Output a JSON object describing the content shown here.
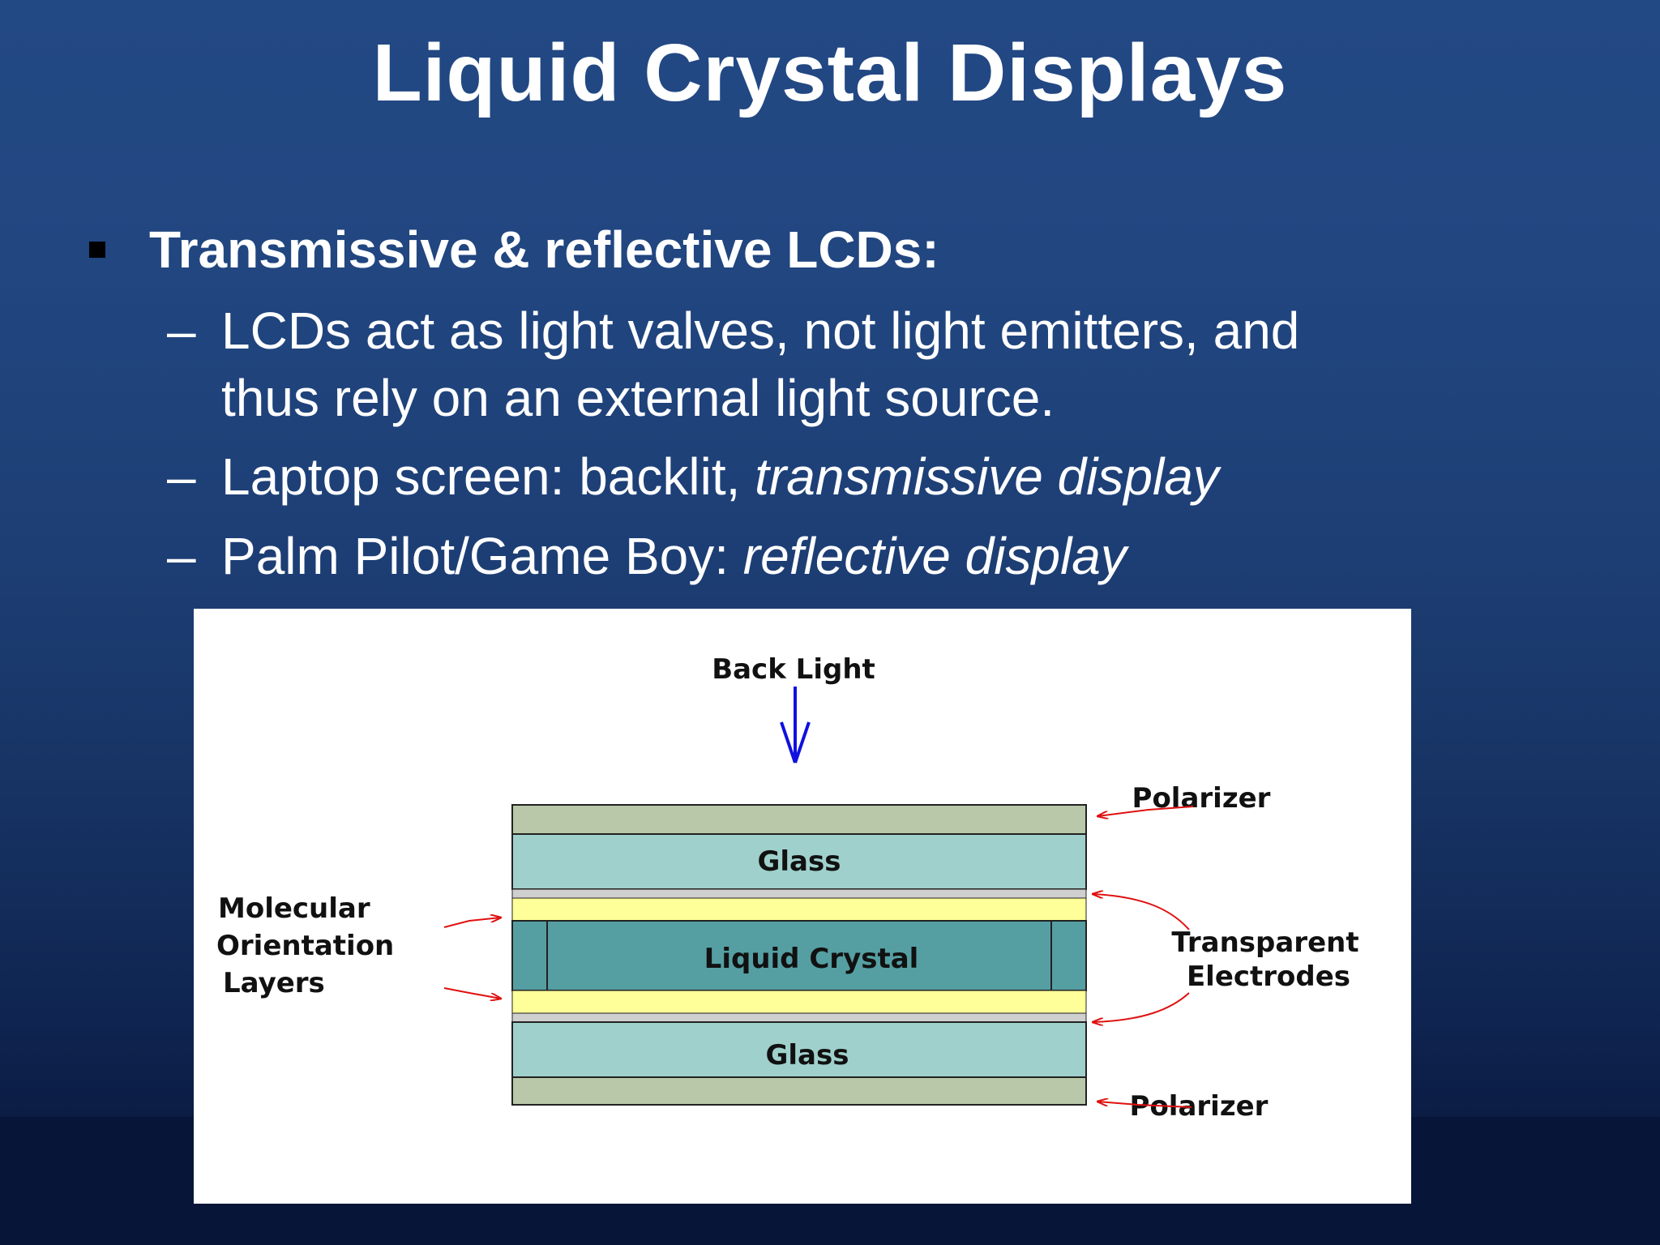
{
  "slide": {
    "title": "Liquid Crystal Displays",
    "bullet": "Transmissive & reflective LCDs:",
    "subbullets": [
      {
        "dash": "–",
        "line1": "LCDs act as light valves, not light emitters, and",
        "line2": "thus rely on an external light source."
      },
      {
        "dash": "–",
        "text_plain": "Laptop screen: backlit, ",
        "text_italic": "transmissive display"
      },
      {
        "dash": "–",
        "text_plain": "Palm Pilot/Game Boy: ",
        "text_italic": "reflective display"
      }
    ]
  },
  "diagram": {
    "back_light": "Back Light",
    "glass_top": "Glass",
    "liquid_crystal": "Liquid Crystal",
    "glass_bottom": "Glass",
    "polarizer_top": "Polarizer",
    "polarizer_bottom": "Polarizer",
    "transparent_line1": "Transparent",
    "transparent_line2": "Electrodes",
    "molecular_line1": "Molecular",
    "molecular_line2": "Orientation",
    "molecular_line3": "Layers",
    "colors": {
      "polarizer": "#b8c8a8",
      "glass": "#9fd0cc",
      "electrode": "#cfcfcf",
      "orientation": "#ffff99",
      "liquid_crystal": "#559fa3",
      "arrow_red": "#e01010",
      "arrow_blue": "#1010e0"
    }
  }
}
